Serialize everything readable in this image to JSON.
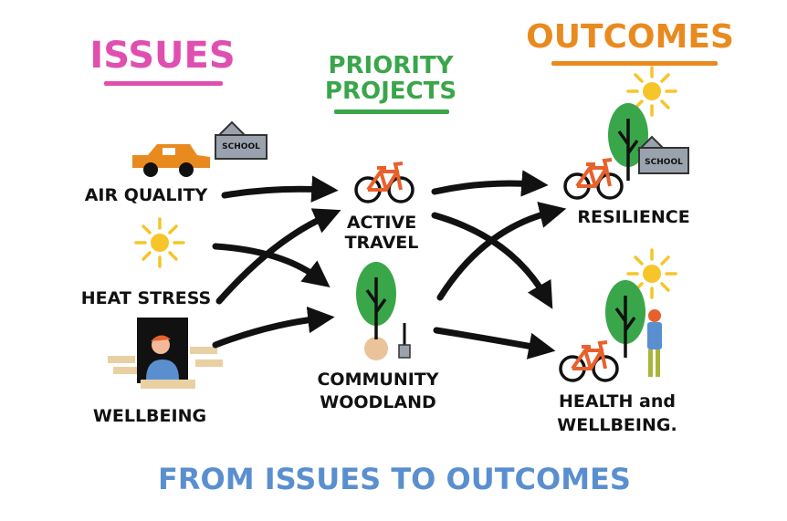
{
  "headings": {
    "issues": "ISSUES",
    "priority_line1": "PRIORITY",
    "priority_line2": "PROJECTS",
    "outcomes": "OUTCOMES"
  },
  "issues": {
    "air_quality": "AIR QUALITY",
    "heat_stress": "HEAT STRESS",
    "wellbeing": "WELLBEING"
  },
  "projects": {
    "active_line1": "ACTIVE",
    "active_line2": "TRAVEL",
    "woodland_line1": "COMMUNITY",
    "woodland_line2": "WOODLAND"
  },
  "outcomes": {
    "resilience": "RESILIENCE",
    "health_line1": "HEALTH and",
    "health_line2": "WELLBEING."
  },
  "school_label": "SCHOOL",
  "footer": "FROM ISSUES TO OUTCOMES",
  "colors": {
    "issues": "#e04fb0",
    "priority": "#3aa64a",
    "outcomes": "#e98a1f",
    "footer": "#5a8fcf",
    "arrow": "#111111",
    "bike": "#e8612c",
    "tree": "#3aa64a",
    "sun": "#f5c52a"
  },
  "icons": [
    "car-icon",
    "school-icon",
    "sun-icon",
    "window-person-icon",
    "bike-icon",
    "tree-icon",
    "spade-icon",
    "person-icon"
  ]
}
